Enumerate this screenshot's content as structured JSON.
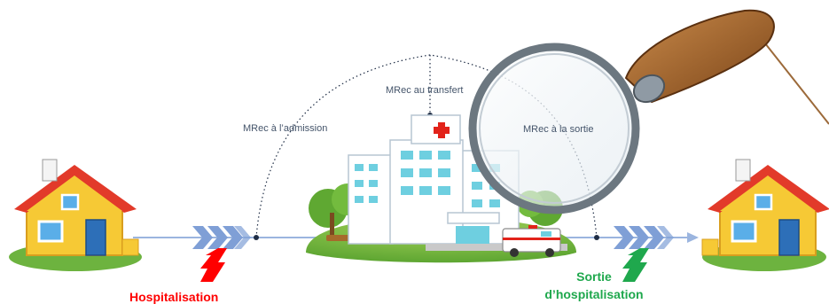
{
  "labels": {
    "admission": "MRec à l’admission",
    "transfer": "MRec au transfert",
    "discharge": "MRec à la sortie"
  },
  "events": {
    "hospitalisation": "Hospitalisation",
    "sortie_line1": "Sortie",
    "sortie_line2": "d’hospitalisation"
  },
  "colors": {
    "hospitalisation": "#ff0000",
    "sortie": "#1fa84d",
    "chevrons": "#7f9fd6",
    "timeline": "#9bb5df",
    "dotted_arcs": "#1f2d45",
    "label_text": "#44546a"
  },
  "icons": {
    "left_house": "house-icon",
    "right_house": "house-icon",
    "hospital": "hospital-building-icon",
    "ambulance": "ambulance-icon",
    "magnifier": "magnifying-glass-icon"
  }
}
